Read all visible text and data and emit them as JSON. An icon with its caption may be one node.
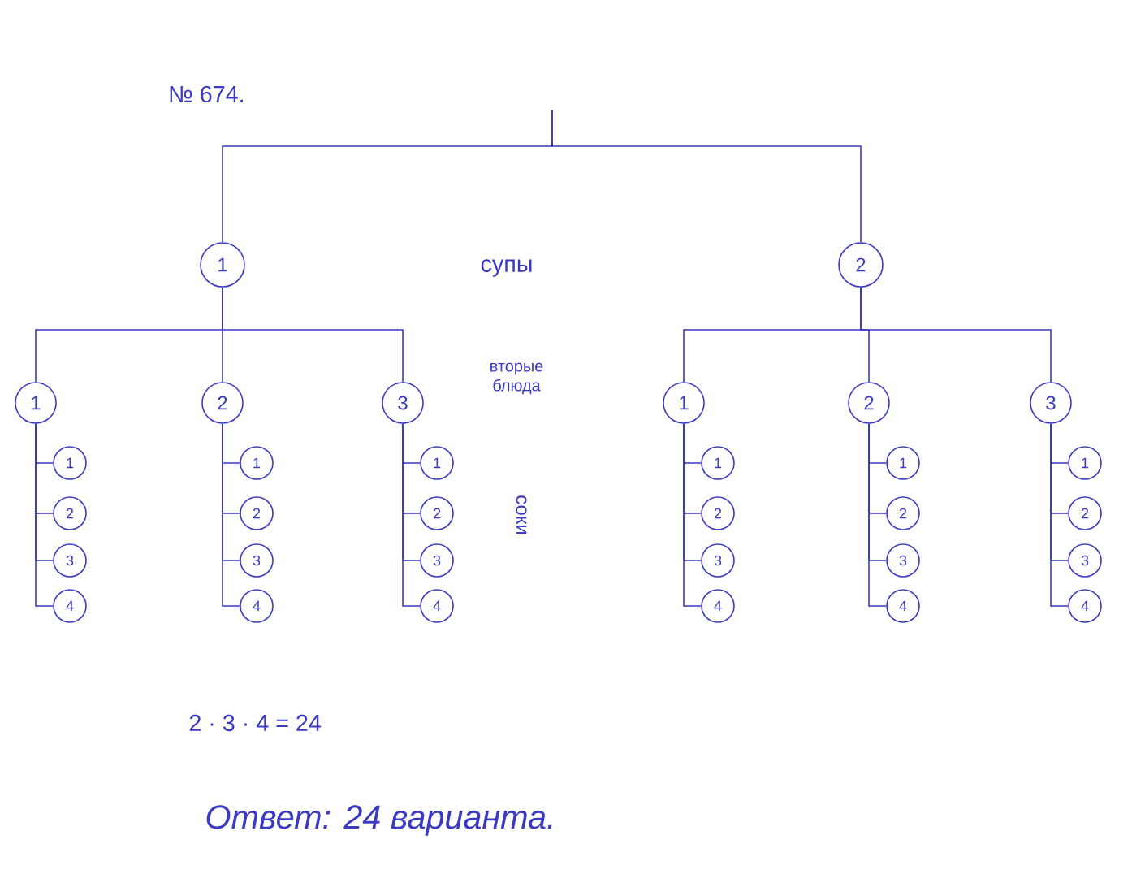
{
  "diagram": {
    "title": "№ 674.",
    "nodes": [
      {
        "text": [
          "1"
        ]
      },
      {
        "text": [
          "2"
        ]
      },
      {
        "text": [
          "1"
        ]
      },
      {
        "text": [
          "2"
        ]
      },
      {
        "text": [
          "3"
        ]
      },
      {
        "text": [
          "1"
        ]
      },
      {
        "text": [
          "2"
        ]
      },
      {
        "text": [
          "3"
        ]
      },
      {
        "text": [
          "1"
        ]
      },
      {
        "text": [
          "2"
        ]
      },
      {
        "text": [
          "3"
        ]
      },
      {
        "text": [
          "4"
        ]
      },
      {
        "text": [
          "1"
        ]
      },
      {
        "text": [
          "2"
        ]
      },
      {
        "text": [
          "3"
        ]
      },
      {
        "text": [
          "4"
        ]
      },
      {
        "text": [
          "1"
        ]
      },
      {
        "text": [
          "2"
        ]
      },
      {
        "text": [
          "3"
        ]
      },
      {
        "text": [
          "4"
        ]
      },
      {
        "text": [
          "1"
        ]
      },
      {
        "text": [
          "2"
        ]
      },
      {
        "text": [
          "3"
        ]
      },
      {
        "text": [
          "4"
        ]
      },
      {
        "text": [
          "1"
        ]
      },
      {
        "text": [
          "2"
        ]
      },
      {
        "text": [
          "3"
        ]
      },
      {
        "text": [
          "4"
        ]
      },
      {
        "text": [
          "1"
        ]
      },
      {
        "text": [
          "2"
        ]
      },
      {
        "text": [
          "3"
        ]
      },
      {
        "text": [
          "4"
        ]
      }
    ],
    "edges": [
      {
        "from": null,
        "to": 0,
        "arrow": "none"
      },
      {
        "from": null,
        "to": 1,
        "arrow": "none"
      },
      {
        "from": 0,
        "to": 2,
        "arrow": "none"
      },
      {
        "from": 0,
        "to": 3,
        "arrow": "none"
      },
      {
        "from": 0,
        "to": 4,
        "arrow": "none"
      },
      {
        "from": 1,
        "to": 5,
        "arrow": "none"
      },
      {
        "from": 1,
        "to": 6,
        "arrow": "none"
      },
      {
        "from": 1,
        "to": 7,
        "arrow": "none"
      },
      {
        "from": 2,
        "to": 8,
        "arrow": "none"
      },
      {
        "from": 2,
        "to": 9,
        "arrow": "none"
      },
      {
        "from": 2,
        "to": 10,
        "arrow": "none"
      },
      {
        "from": 2,
        "to": 11,
        "arrow": "none"
      },
      {
        "from": 3,
        "to": 12,
        "arrow": "none"
      },
      {
        "from": 3,
        "to": 13,
        "arrow": "none"
      },
      {
        "from": 3,
        "to": 14,
        "arrow": "none"
      },
      {
        "from": 3,
        "to": 15,
        "arrow": "none"
      },
      {
        "from": 4,
        "to": 16,
        "arrow": "none"
      },
      {
        "from": 4,
        "to": 17,
        "arrow": "none"
      },
      {
        "from": 4,
        "to": 18,
        "arrow": "none"
      },
      {
        "from": 4,
        "to": 19,
        "arrow": "none"
      },
      {
        "from": 5,
        "to": 20,
        "arrow": "none"
      },
      {
        "from": 5,
        "to": 21,
        "arrow": "none"
      },
      {
        "from": 5,
        "to": 22,
        "arrow": "none"
      },
      {
        "from": 5,
        "to": 23,
        "arrow": "none"
      },
      {
        "from": 6,
        "to": 24,
        "arrow": "none"
      },
      {
        "from": 6,
        "to": 25,
        "arrow": "none"
      },
      {
        "from": 6,
        "to": 26,
        "arrow": "none"
      },
      {
        "from": 6,
        "to": 27,
        "arrow": "none"
      },
      {
        "from": 7,
        "to": 28,
        "arrow": "none"
      },
      {
        "from": 7,
        "to": 29,
        "arrow": "none"
      },
      {
        "from": 7,
        "to": 30,
        "arrow": "none"
      },
      {
        "from": 7,
        "to": 31,
        "arrow": "none"
      }
    ],
    "labels": [
      "супы",
      "вторые блюда",
      "соки",
      "2 · 3 · 4 = 24",
      "Ответ: 24 варианта."
    ]
  }
}
